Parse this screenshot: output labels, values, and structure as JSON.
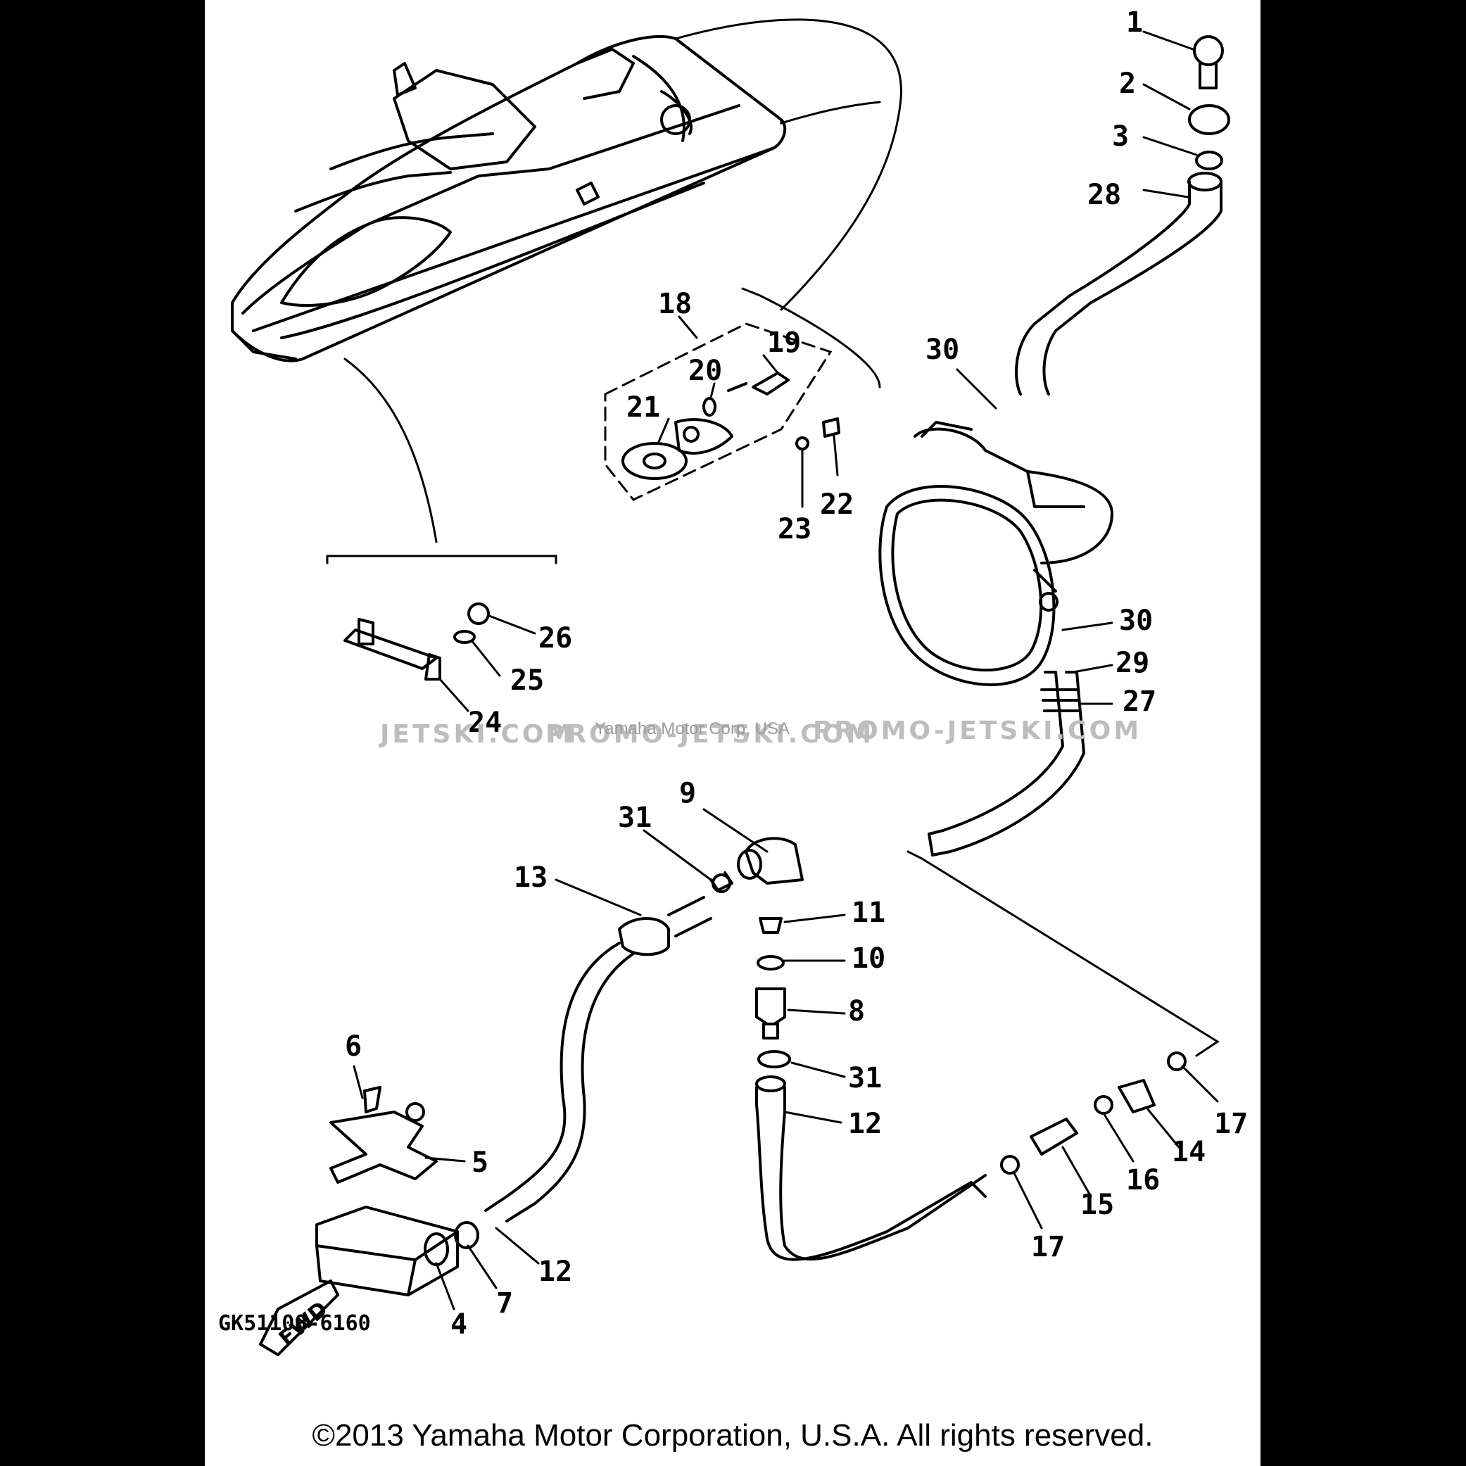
{
  "diagram": {
    "watermark_left": "JETSKI.COM",
    "watermark_mid": "PROMO-JETSKI.COM",
    "watermark_right": "PROMO-JETSKI.COM",
    "watermark_center": "Yamaha Motor Corp, USA",
    "fwd_label": "FWD",
    "callouts": [
      "1",
      "2",
      "3",
      "28",
      "30",
      "18",
      "19",
      "20",
      "21",
      "22",
      "23",
      "26",
      "25",
      "24",
      "30",
      "29",
      "27",
      "9",
      "31",
      "13",
      "11",
      "10",
      "8",
      "31",
      "12",
      "6",
      "5",
      "4",
      "7",
      "12",
      "17",
      "14",
      "16",
      "15",
      "17"
    ]
  },
  "footer": {
    "diagram_code": "GK51100-6160",
    "copyright": "©2013 Yamaha Motor Corporation, U.S.A. All rights reserved."
  }
}
